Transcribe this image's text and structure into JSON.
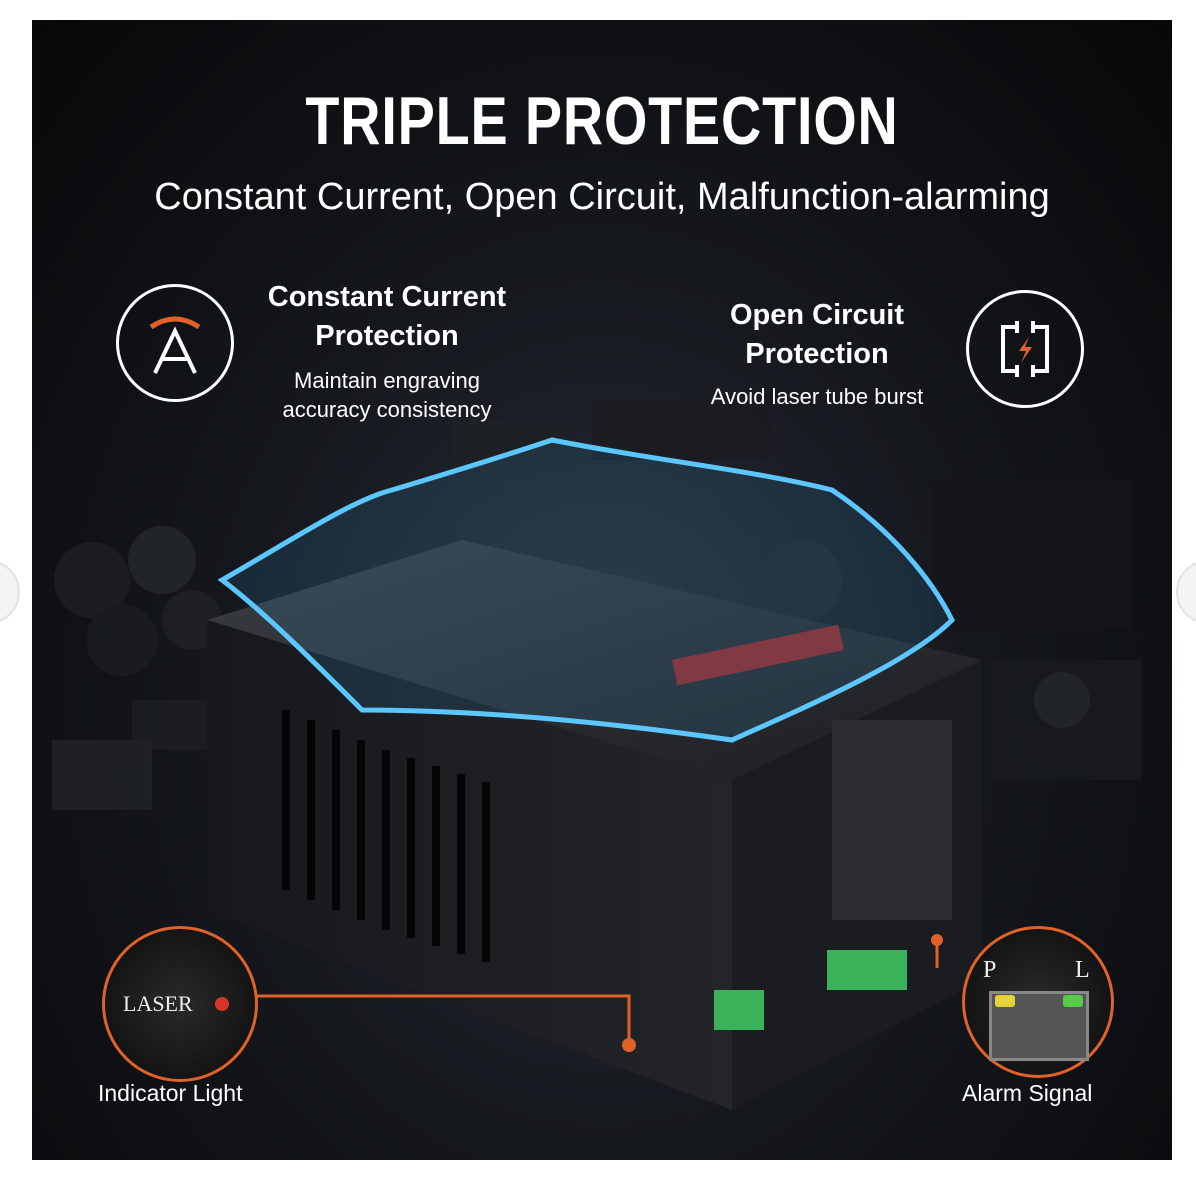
{
  "carousel": {
    "prev_icon": "chevron-left-icon",
    "next_icon": "chevron-right-icon"
  },
  "header": {
    "title": "TRIPLE PROTECTION",
    "subtitle": "Constant Current, Open Circuit, Malfunction-alarming"
  },
  "features": [
    {
      "icon": "ammeter-a-icon",
      "title_line1": "Constant Current",
      "title_line2": "Protection",
      "desc_line1": "Maintain engraving",
      "desc_line2": "accuracy consistency"
    },
    {
      "icon": "open-circuit-bolt-icon",
      "title_line1": "Open Circuit",
      "title_line2": "Protection",
      "desc_line1": "Avoid laser tube burst"
    }
  ],
  "callouts": {
    "indicator": {
      "inner_text": "LASER",
      "label": "Indicator Light"
    },
    "alarm": {
      "port_p": "P",
      "port_l": "L",
      "label": "Alarm Signal"
    }
  },
  "colors": {
    "accent": "#e0622a",
    "shield": "#3fb6ff",
    "background": "#0b0c0e"
  }
}
